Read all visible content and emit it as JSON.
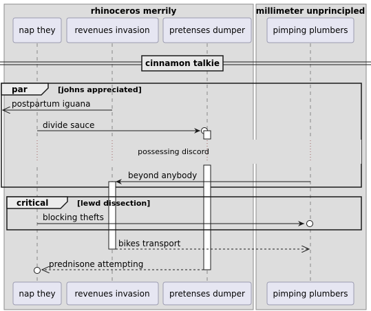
{
  "boxes": [
    {
      "label": "rhinoceros merrily"
    },
    {
      "label": "millimeter unprincipled"
    }
  ],
  "participants": [
    {
      "label": "nap they"
    },
    {
      "label": "revenues invasion"
    },
    {
      "label": "pretenses dumper"
    },
    {
      "label": "pimping plumbers"
    }
  ],
  "divider": {
    "label": "cinnamon talkie"
  },
  "fragments": [
    {
      "keyword": "par",
      "guard": "[johns appreciated]"
    },
    {
      "keyword": "critical",
      "guard": "[lewd dissection]"
    }
  ],
  "delay": {
    "label": "possessing discord"
  },
  "messages": [
    {
      "label": "postpartum iguana"
    },
    {
      "label": "divide sauce"
    },
    {
      "label": "beyond anybody"
    },
    {
      "label": "blocking thefts"
    },
    {
      "label": "bikes transport"
    },
    {
      "label": "prednisone attempting"
    }
  ]
}
